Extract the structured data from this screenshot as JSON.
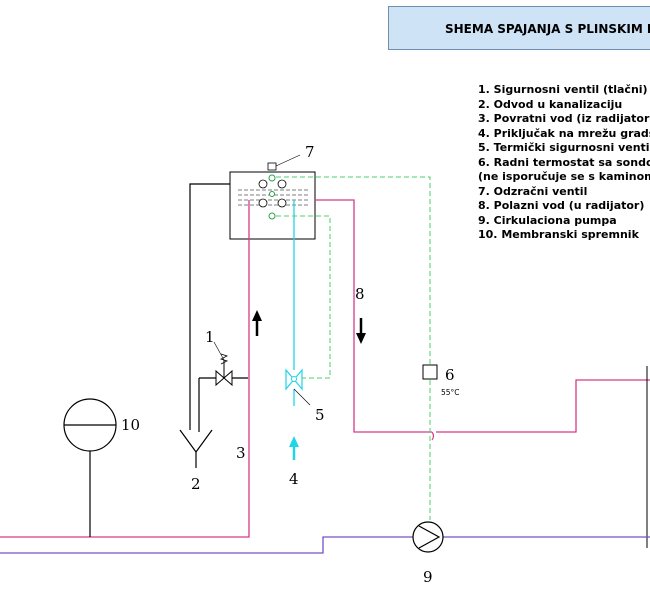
{
  "title": "SHEMA SPAJANJA S PLINSKIM K",
  "legend": [
    "1. Sigurnosni ventil (tlačni)",
    "2. Odvod u kanalizaciju",
    "3. Povratni vod (iz radijator",
    "4. Priključak na mrežu grads",
    "5. Termički sigurnosni ventil",
    "6. Radni termostat sa sondo",
    "(ne isporučuje se s kaminom",
    "7. Odzračni ventil",
    "8. Polazni vod (u radijator)",
    "9. Cirkulaciona pumpa",
    "10. Membranski spremnik"
  ],
  "labels": {
    "n1": "1",
    "n2": "2",
    "n3": "3",
    "n4": "4",
    "n5": "5",
    "n6": "6",
    "n7": "7",
    "n8": "8",
    "n9": "9",
    "n10": "10",
    "temp": "55°C"
  },
  "colors": {
    "supply": "#d63a8a",
    "return": "#7a4fc9",
    "water": "#1fd6e6",
    "signal": "#4ccf70",
    "title_bg": "#cfe3f7"
  }
}
